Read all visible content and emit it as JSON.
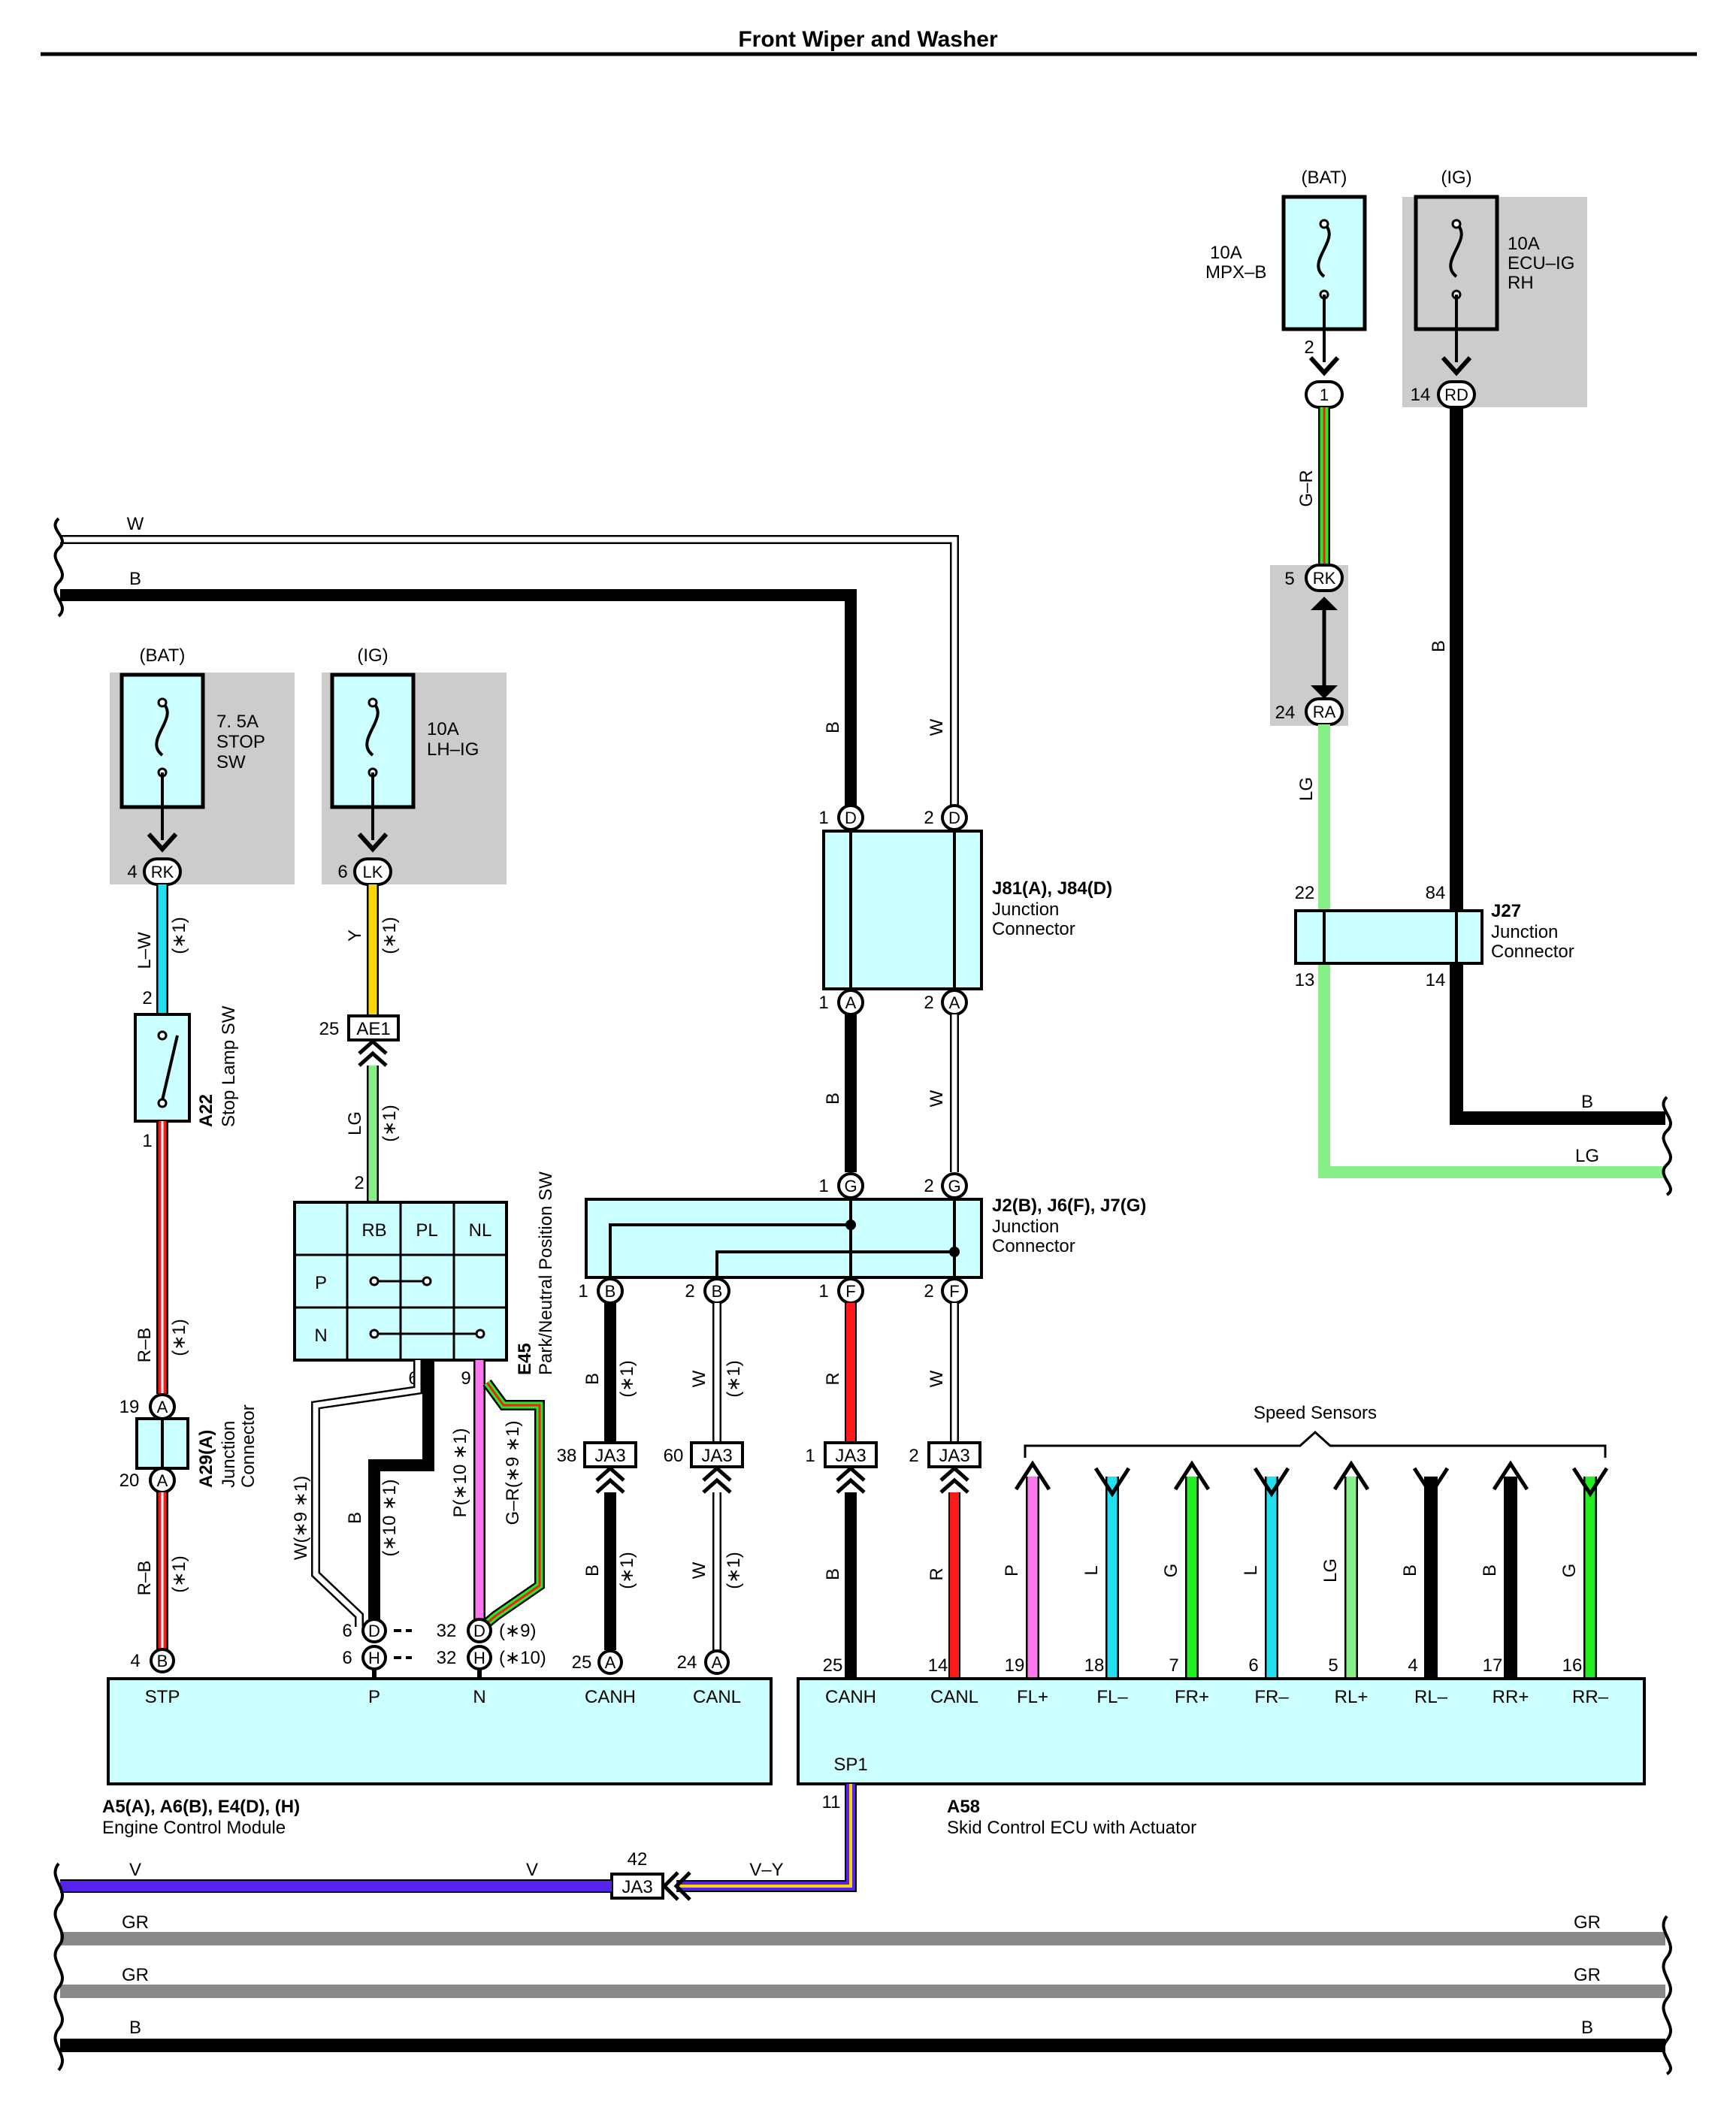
{
  "title": "Front Wiper and Washer",
  "colors": {
    "B": "#000000",
    "W": "#ffffff",
    "LG": "#88ee88",
    "Y": "#ffd700",
    "L": "#22e0f0",
    "R": "#ff1a1a",
    "G": "#22ee22",
    "P": "#ff77ee",
    "V": "#5522ee",
    "GR": "#888888",
    "box": "#ccffff"
  },
  "fuses": {
    "bat_left": {
      "source": "(BAT)",
      "rating": "7. 5A",
      "name1": "STOP",
      "name2": "SW",
      "pin": "4",
      "conn": "RK"
    },
    "ig_left": {
      "source": "(IG)",
      "rating": "10A",
      "name1": "LH–IG",
      "pin": "6",
      "conn": "LK"
    },
    "bat_right": {
      "source": "(BAT)",
      "rating": "10A",
      "name1": "MPX–B",
      "pin": "2",
      "conn": "1"
    },
    "ig_right": {
      "source": "(IG)",
      "rating": "10A",
      "name1": "ECU–IG",
      "name2": "RH",
      "pin": "14",
      "conn": "RD"
    }
  },
  "wire_labels": {
    "W": "W",
    "B": "B",
    "LG": "LG",
    "Y": "Y",
    "LW": "L–W",
    "RB": "R–B",
    "GR_wire": "G–R",
    "R": "R",
    "P": "P",
    "L": "L",
    "G": "G",
    "V": "V",
    "VY": "V–Y",
    "GR": "GR",
    "W91": "W(∗9 ∗1)",
    "B101": "(∗10 ∗1)",
    "P101": "P(∗10 ∗1)",
    "GR91": "G–R(∗9 ∗1)",
    "star1": "(∗1)",
    "star9": "(∗9)",
    "star10": "(∗10)"
  },
  "components": {
    "a22": {
      "code": "A22",
      "name": "Stop Lamp SW",
      "pin_top": "2",
      "pin_bottom": "1"
    },
    "a29": {
      "code": "A29(A)",
      "name1": "Junction",
      "name2": "Connector",
      "pin_top": "19",
      "pin_bottom": "20",
      "letter": "A"
    },
    "ae1": {
      "pin": "25",
      "label": "AE1"
    },
    "e45": {
      "code": "E45",
      "name": "Park/Neutral Position SW",
      "pin_top": "2",
      "cols": [
        "RB",
        "PL",
        "NL"
      ],
      "rows": [
        "P",
        "N"
      ],
      "pin_out1": "6",
      "pin_out2": "9"
    },
    "j81": {
      "code": "J81(A), J84(D)",
      "name1": "Junction",
      "name2": "Connector",
      "pin1": "1",
      "pin2": "2",
      "letter_top": "D",
      "letter_bottom": "A"
    },
    "j2": {
      "code": "J2(B), J6(F), J7(G)",
      "name1": "Junction",
      "name2": "Connector",
      "pin1": "1",
      "pin2": "2",
      "letter_top": "G",
      "letter_b": "B",
      "letter_f": "F"
    },
    "j27": {
      "code": "J27",
      "name1": "Junction",
      "name2": "Connector",
      "pin_tl": "22",
      "pin_tr": "84",
      "pin_bl": "13",
      "pin_br": "14"
    },
    "rk_ra": {
      "pin1": "5",
      "conn1": "RK",
      "pin2": "24",
      "conn2": "RA"
    },
    "ja3": {
      "label": "JA3",
      "pins": [
        "38",
        "60",
        "1",
        "2",
        "42"
      ]
    },
    "ecm": {
      "code": "A5(A), A6(B), E4(D), (H)",
      "name": "Engine Control Module",
      "terminals": [
        "STP",
        "P",
        "N",
        "CANH",
        "CANL"
      ],
      "pins": {
        "stp": "4",
        "p_d": "6",
        "p_h": "6",
        "n_d": "32",
        "n_h": "32",
        "canh": "25",
        "canl": "24"
      },
      "letters": {
        "stp": "B",
        "d": "D",
        "h": "H",
        "canh": "A",
        "canl": "A"
      }
    },
    "skid": {
      "code": "A58",
      "name": "Skid Control ECU with Actuator",
      "terminals": [
        "CANH",
        "CANL",
        "FL+",
        "FL–",
        "FR+",
        "FR–",
        "RL+",
        "RL–",
        "RR+",
        "RR–"
      ],
      "pins": [
        "25",
        "14",
        "19",
        "18",
        "7",
        "6",
        "5",
        "4",
        "17",
        "16"
      ],
      "sp1": "SP1",
      "sp1_pin": "11"
    },
    "speed_sensors": "Speed Sensors"
  }
}
